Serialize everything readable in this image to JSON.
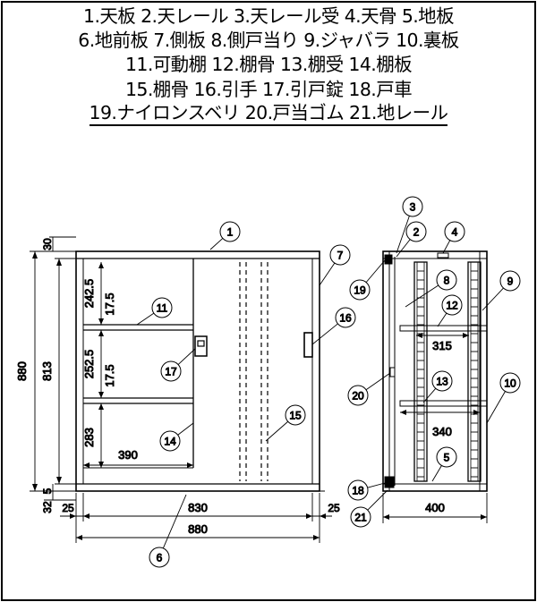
{
  "legend": {
    "lines": [
      "1.天板 2.天レール 3.天レール受 4.天骨 5.地板",
      "6.地前板 7.側板 8.側戸当り 9.ジャバラ 10.裏板",
      "11.可動棚 12.棚骨 13.棚受 14.棚板",
      "15.棚骨 16.引手 17.引戸錠 18.戸車",
      "19.ナイロンスベリ 20.戸当ゴム 21.地レール"
    ]
  },
  "dimensions": {
    "height_total": "880",
    "height_inner": "813",
    "top_gap": "30",
    "bottom_gap_a": "5",
    "bottom_gap_b": "32",
    "shelf_1": "242.5",
    "shelf_1_sub": "17.5",
    "shelf_2": "252.5",
    "shelf_2_sub": "17.5",
    "shelf_3": "283",
    "shelf_width": "390",
    "side_left": "25",
    "inner_width": "830",
    "side_right": "25",
    "total_width": "880",
    "shelf_depth_upper": "315",
    "shelf_depth_lower": "340",
    "depth": "400"
  },
  "callouts": [
    "1",
    "2",
    "3",
    "4",
    "5",
    "6",
    "7",
    "8",
    "9",
    "10",
    "11",
    "12",
    "13",
    "14",
    "15",
    "16",
    "17",
    "18",
    "19",
    "20",
    "21"
  ]
}
